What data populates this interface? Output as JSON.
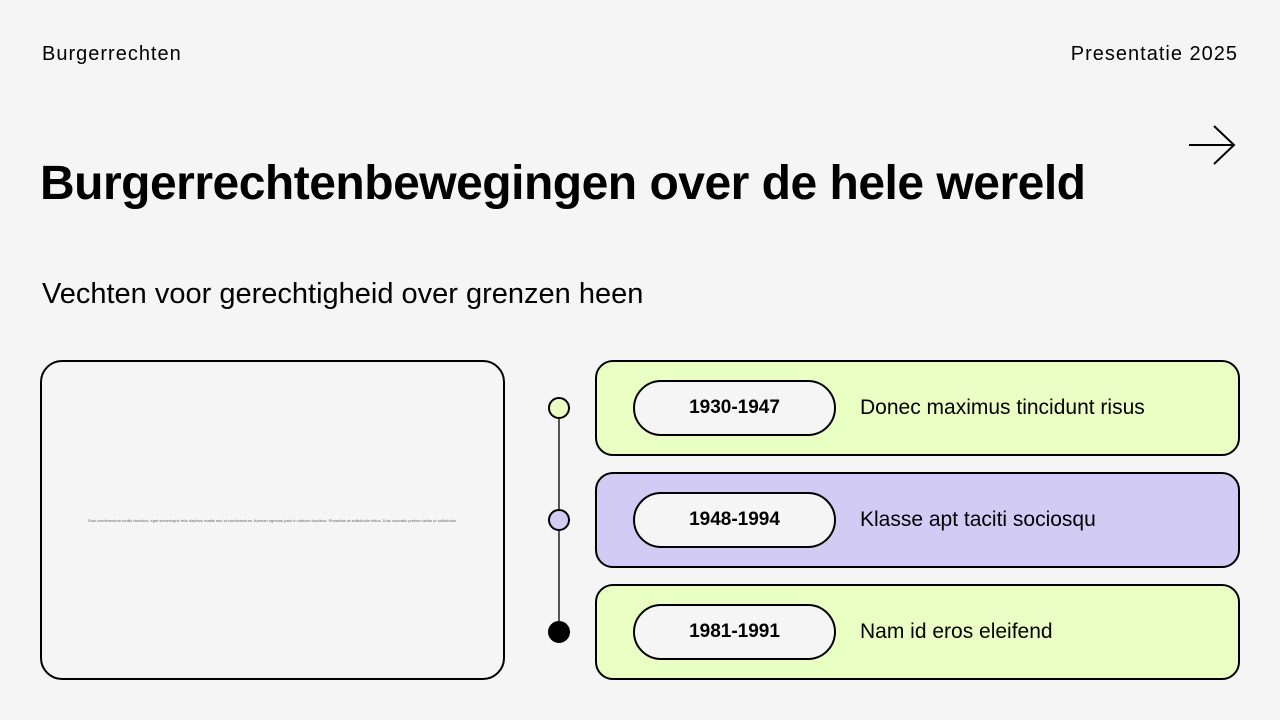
{
  "header": {
    "left": "Burgerrechten",
    "right": "Presentatie 2025"
  },
  "title": "Burgerrechtenbewegingen over de hele wereld",
  "subtitle": "Vechten voor gerechtigheid over grenzen heen",
  "image_placeholder_text": "Duis condimentum mollis faucibus, eget scelerisque felis dapibus mattis sed at condimentum. Aenean egestas justo in ultrices faucibus. Phasellus at sollicitudin tellus. Duis convallis pretium tellus ut sollicitudin.",
  "timeline": [
    {
      "period": "1930-1947",
      "text": "Donec maximus tincidunt risus",
      "color": "#eaffc4"
    },
    {
      "period": "1948-1994",
      "text": "Klasse apt taciti sociosqu",
      "color": "#d2ccf5"
    },
    {
      "period": "1981-1991",
      "text": "Nam id eros eleifend",
      "color": "#eaffc4"
    }
  ],
  "dot_colors": [
    "#eaffc4",
    "#d2ccf5",
    "#000000"
  ]
}
